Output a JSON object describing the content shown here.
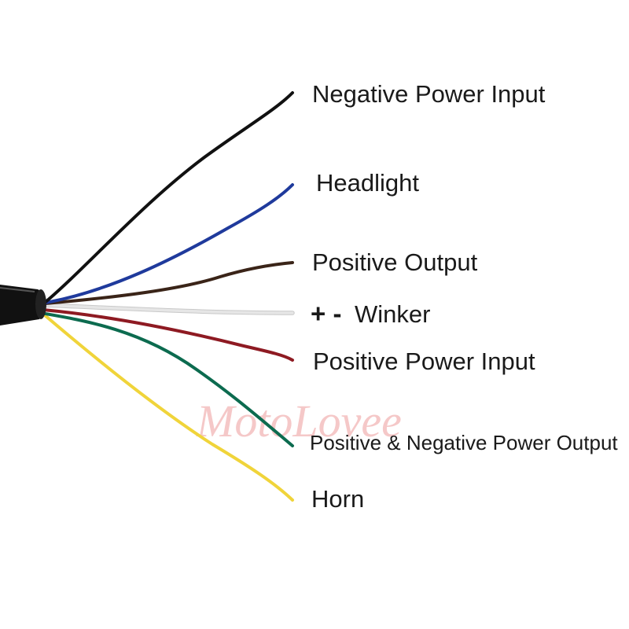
{
  "watermark": "MotoLovee",
  "wires": [
    {
      "id": "black",
      "label": "Negative Power Input",
      "color": "#111111"
    },
    {
      "id": "blue",
      "label": "Headlight",
      "color": "#1f3a9c"
    },
    {
      "id": "brown",
      "label": "Positive Output",
      "color": "#3a2418"
    },
    {
      "id": "white",
      "label": "Winker",
      "prefix": "+ -",
      "color": "#e6e6e6"
    },
    {
      "id": "red",
      "label": "Positive Power Input",
      "color": "#8e1a22"
    },
    {
      "id": "green",
      "label": "Positive & Negative Power Output",
      "color": "#0c6b4f"
    },
    {
      "id": "yellow",
      "label": "Horn",
      "color": "#f0d43a"
    }
  ]
}
